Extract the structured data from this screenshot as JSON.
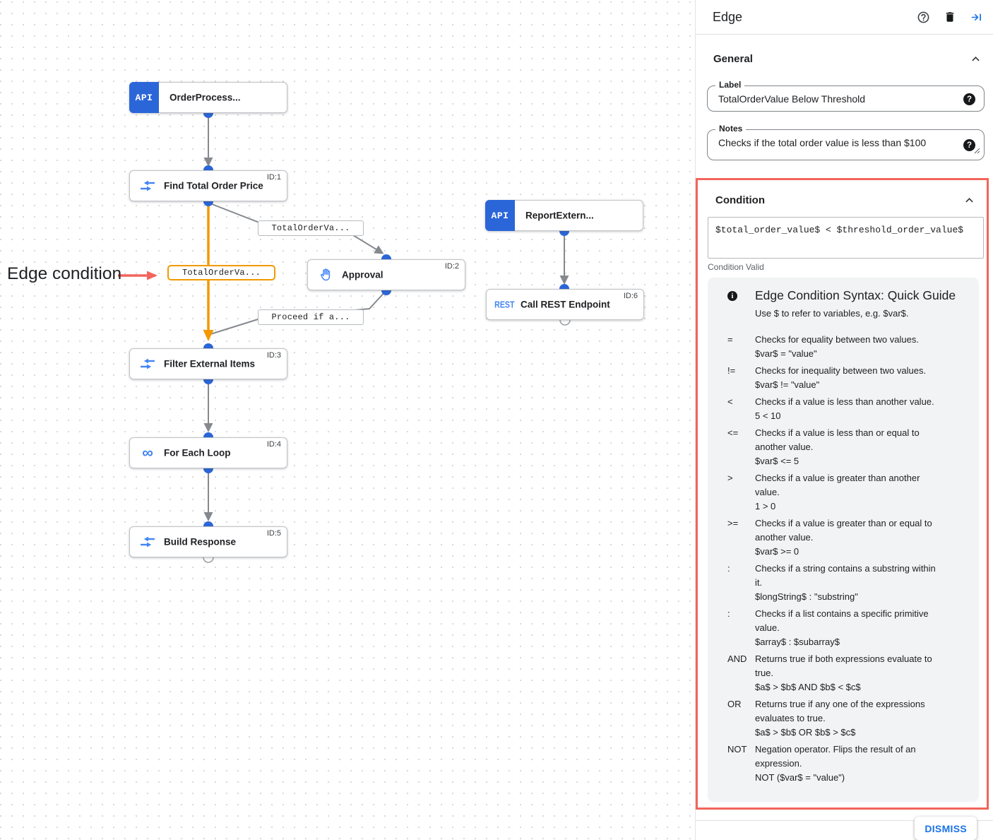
{
  "annotation": {
    "label": "Edge condition"
  },
  "canvas": {
    "badges": {
      "api": "API",
      "rest": "REST"
    },
    "nodes": [
      {
        "title": "OrderProcess...",
        "id": "",
        "type": "api-trigger"
      },
      {
        "title": "Find Total Order Price",
        "id": "ID:1",
        "type": "data-mapping"
      },
      {
        "title": "Approval",
        "id": "ID:2",
        "type": "approval"
      },
      {
        "title": "ReportExtern...",
        "id": "",
        "type": "api-trigger"
      },
      {
        "title": "Call REST Endpoint",
        "id": "ID:6",
        "type": "rest"
      },
      {
        "title": "Filter External Items",
        "id": "ID:3",
        "type": "data-mapping"
      },
      {
        "title": "For Each Loop",
        "id": "ID:4",
        "type": "loop"
      },
      {
        "title": "Build Response",
        "id": "ID:5",
        "type": "data-mapping"
      }
    ],
    "edges": [
      {
        "from": "OrderProcess...",
        "to": "Find Total Order Price"
      },
      {
        "from": "Find Total Order Price",
        "to": "Filter External Items",
        "label": "TotalOrderVa...",
        "highlighted": true
      },
      {
        "from": "Find Total Order Price",
        "to": "Approval",
        "label": "TotalOrderVa..."
      },
      {
        "from": "Approval",
        "to": "Filter External Items",
        "label": "Proceed if a..."
      },
      {
        "from": "ReportExtern...",
        "to": "Call REST Endpoint"
      },
      {
        "from": "Filter External Items",
        "to": "For Each Loop"
      },
      {
        "from": "For Each Loop",
        "to": "Build Response"
      }
    ]
  },
  "panel": {
    "title": "Edge",
    "general": {
      "heading": "General",
      "label_field": {
        "caption": "Label",
        "value": "TotalOrderValue Below Threshold"
      },
      "notes_field": {
        "caption": "Notes",
        "value": "Checks if the total order value is less than $100"
      }
    },
    "condition": {
      "heading": "Condition",
      "expression": "$total_order_value$ < $threshold_order_value$",
      "status": "Condition Valid",
      "guide": {
        "title": "Edge Condition Syntax: Quick Guide",
        "intro": "Use $ to refer to variables, e.g. $var$.",
        "rows": [
          {
            "op": "=",
            "desc": "Checks for equality between two values.",
            "example": "$var$ = \"value\""
          },
          {
            "op": "!=",
            "desc": "Checks for inequality between two values.",
            "example": "$var$ != \"value\""
          },
          {
            "op": "<",
            "desc": "Checks if a value is less than another value.",
            "example": "5 < 10"
          },
          {
            "op": "<=",
            "desc": "Checks if a value is less than or equal to another value.",
            "example": "$var$ <= 5"
          },
          {
            "op": ">",
            "desc": "Checks if a value is greater than another value.",
            "example": "1 > 0"
          },
          {
            "op": ">=",
            "desc": "Checks if a value is greater than or equal to another value.",
            "example": "$var$ >= 0"
          },
          {
            "op": ":",
            "desc": "Checks if a string contains a substring within it.",
            "example": "$longString$ : \"substring\""
          },
          {
            "op": ":",
            "desc": "Checks if a list contains a specific primitive value.",
            "example": "$array$ : $subarray$"
          },
          {
            "op": "AND",
            "desc": "Returns true if both expressions evaluate to true.",
            "example": "$a$ > $b$ AND $b$ < $c$"
          },
          {
            "op": "OR",
            "desc": "Returns true if any one of the expressions evaluates to true.",
            "example": "$a$ > $b$ OR $b$ > $c$"
          },
          {
            "op": "NOT",
            "desc": "Negation operator. Flips the result of an expression.",
            "example": "NOT ($var$ = \"value\")"
          }
        ]
      }
    },
    "dismiss_label": "DISMISS"
  },
  "colors": {
    "accent_blue": "#1a73e8",
    "node_blue": "#2b66d9",
    "icon_blue": "#4285f4",
    "edge_orange": "#f29900",
    "annotation_red": "#f2655c",
    "edge_gray": "#85898e"
  }
}
